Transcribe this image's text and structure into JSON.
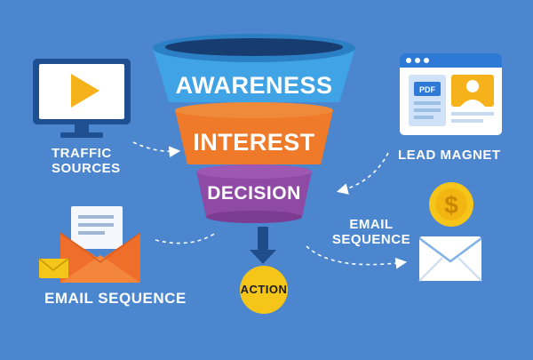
{
  "colors": {
    "background": "#4b86cf",
    "awareness": "#3fa3e6",
    "interest": "#ef7a2a",
    "decision": "#8f4aa6",
    "action": "#f6c51a",
    "arrow": "#1f4d8c"
  },
  "funnel": {
    "awareness": "AWARENESS",
    "interest": "INTEREST",
    "decision": "DECISION",
    "action": "ACTION"
  },
  "labels": {
    "traffic_line1": "TRAFFIC",
    "traffic_line2": "SOURCES",
    "lead_magnet": "LEAD MAGNET",
    "email_sequence_left": "EMAIL SEQUENCE",
    "email_right_line1": "EMAIL",
    "email_right_line2": "SEQUENCE",
    "pdf": "PDF",
    "dollar": "$"
  },
  "icons": {
    "traffic": "monitor-play-icon",
    "lead_magnet": "browser-pdf-profile-icon",
    "email_left": "open-envelope-icon",
    "email_right": "envelope-with-coin-icon"
  }
}
